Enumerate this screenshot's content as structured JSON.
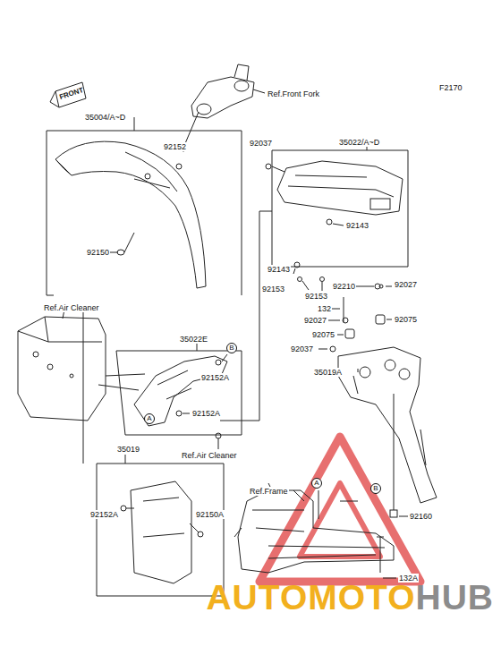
{
  "diagram": {
    "labels": [
      "F2170",
      "FRONT",
      "Ref.Front Fork",
      "35004/A~D",
      "92152",
      "92150",
      "92037",
      "35022/A~D",
      "92143",
      "92143",
      "92153",
      "92153",
      "92210",
      "92027",
      "132",
      "92027",
      "92075",
      "92075",
      "92037",
      "35019A",
      "Ref.Air Cleaner",
      "35022E",
      "B",
      "92152A",
      "A",
      "92152A",
      "Ref.Air Cleaner",
      "35019",
      "92152A",
      "92150A",
      "Ref.Frame",
      "A",
      "B",
      "92160",
      "132A",
      "AUTOMOTO",
      "HUB"
    ]
  }
}
